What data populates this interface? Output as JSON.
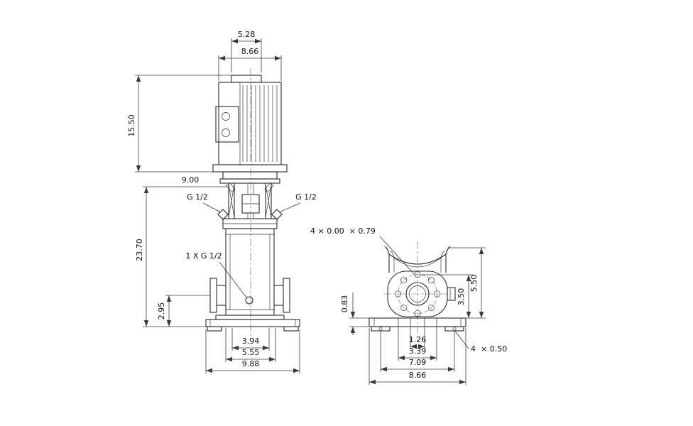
{
  "colors": {
    "line": "#2b2b2b",
    "background": "#ffffff"
  },
  "front_view": {
    "dim_motor_top_width": "5.28",
    "dim_motor_width": "8.66",
    "dim_motor_height": "15.50",
    "dim_9_00": "9.00",
    "port_left_label": "G 1/2",
    "port_right_label": "G 1/2",
    "dim_pump_height": "23.70",
    "drain_label": "1 X G 1/2",
    "dim_port_height": "2.95",
    "dim_3_94": "3.94",
    "dim_5_55": "5.55",
    "dim_base_width": "9.88"
  },
  "end_view": {
    "bolt_note": "4 × 0.00  × 0.79",
    "dim_0_83": "0.83",
    "dim_3_50": "3.50",
    "dim_5_50": "5.50",
    "dim_1_26": "1.26",
    "dim_3_39": "3.39",
    "dim_7_09": "7.09",
    "dim_8_66": "8.66",
    "hole_note": "4  × 0.50"
  }
}
